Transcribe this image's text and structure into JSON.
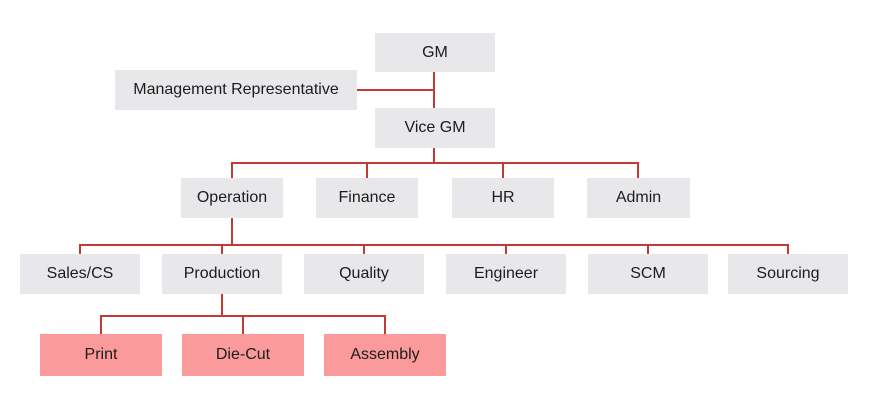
{
  "diagram": {
    "type": "org-chart",
    "colors": {
      "background": "#FFFFFF",
      "node_bg": "#E8E8EB",
      "highlight_bg": "#FA9A9A",
      "connector": "#C13A33",
      "text": "#1C1C1C"
    },
    "nodes": {
      "gm": {
        "label": "GM"
      },
      "mgmt_rep": {
        "label": "Management Representative"
      },
      "vice_gm": {
        "label": "Vice GM"
      },
      "operation": {
        "label": "Operation"
      },
      "finance": {
        "label": "Finance"
      },
      "hr": {
        "label": "HR"
      },
      "admin": {
        "label": "Admin"
      },
      "sales_cs": {
        "label": "Sales/CS"
      },
      "production": {
        "label": "Production"
      },
      "quality": {
        "label": "Quality"
      },
      "engineer": {
        "label": "Engineer"
      },
      "scm": {
        "label": "SCM"
      },
      "sourcing": {
        "label": "Sourcing"
      },
      "print": {
        "label": "Print"
      },
      "die_cut": {
        "label": "Die-Cut"
      },
      "assembly": {
        "label": "Assembly"
      }
    },
    "highlighted": [
      "print",
      "die_cut",
      "assembly"
    ],
    "structure": {
      "gm": [
        "vice_gm"
      ],
      "vice_gm": [
        "operation",
        "finance",
        "hr",
        "admin"
      ],
      "operation": [
        "sales_cs",
        "production",
        "quality",
        "engineer",
        "scm",
        "sourcing"
      ],
      "production": [
        "print",
        "die_cut",
        "assembly"
      ],
      "staff_attachment": {
        "node": "mgmt_rep",
        "attached_between": [
          "gm",
          "vice_gm"
        ]
      }
    }
  }
}
